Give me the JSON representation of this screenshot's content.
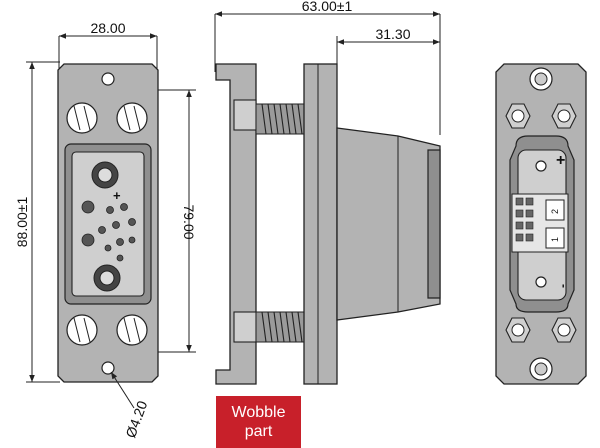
{
  "dimensions": {
    "top_width": "28.00",
    "height": "88.00±1",
    "inner_height": "79.00",
    "hole_diameter": "Ø4.20",
    "overall_length": "63.00±1",
    "body_length": "31.30"
  },
  "badge": {
    "line1": "Wobble",
    "line2": "part"
  },
  "markings": {
    "plus": "+",
    "minus": "-",
    "pin2": "2",
    "pin1": "1"
  },
  "colors": {
    "part_fill": "#b3b3b3",
    "badge_fill": "#c8202a",
    "outline": "#222222"
  }
}
